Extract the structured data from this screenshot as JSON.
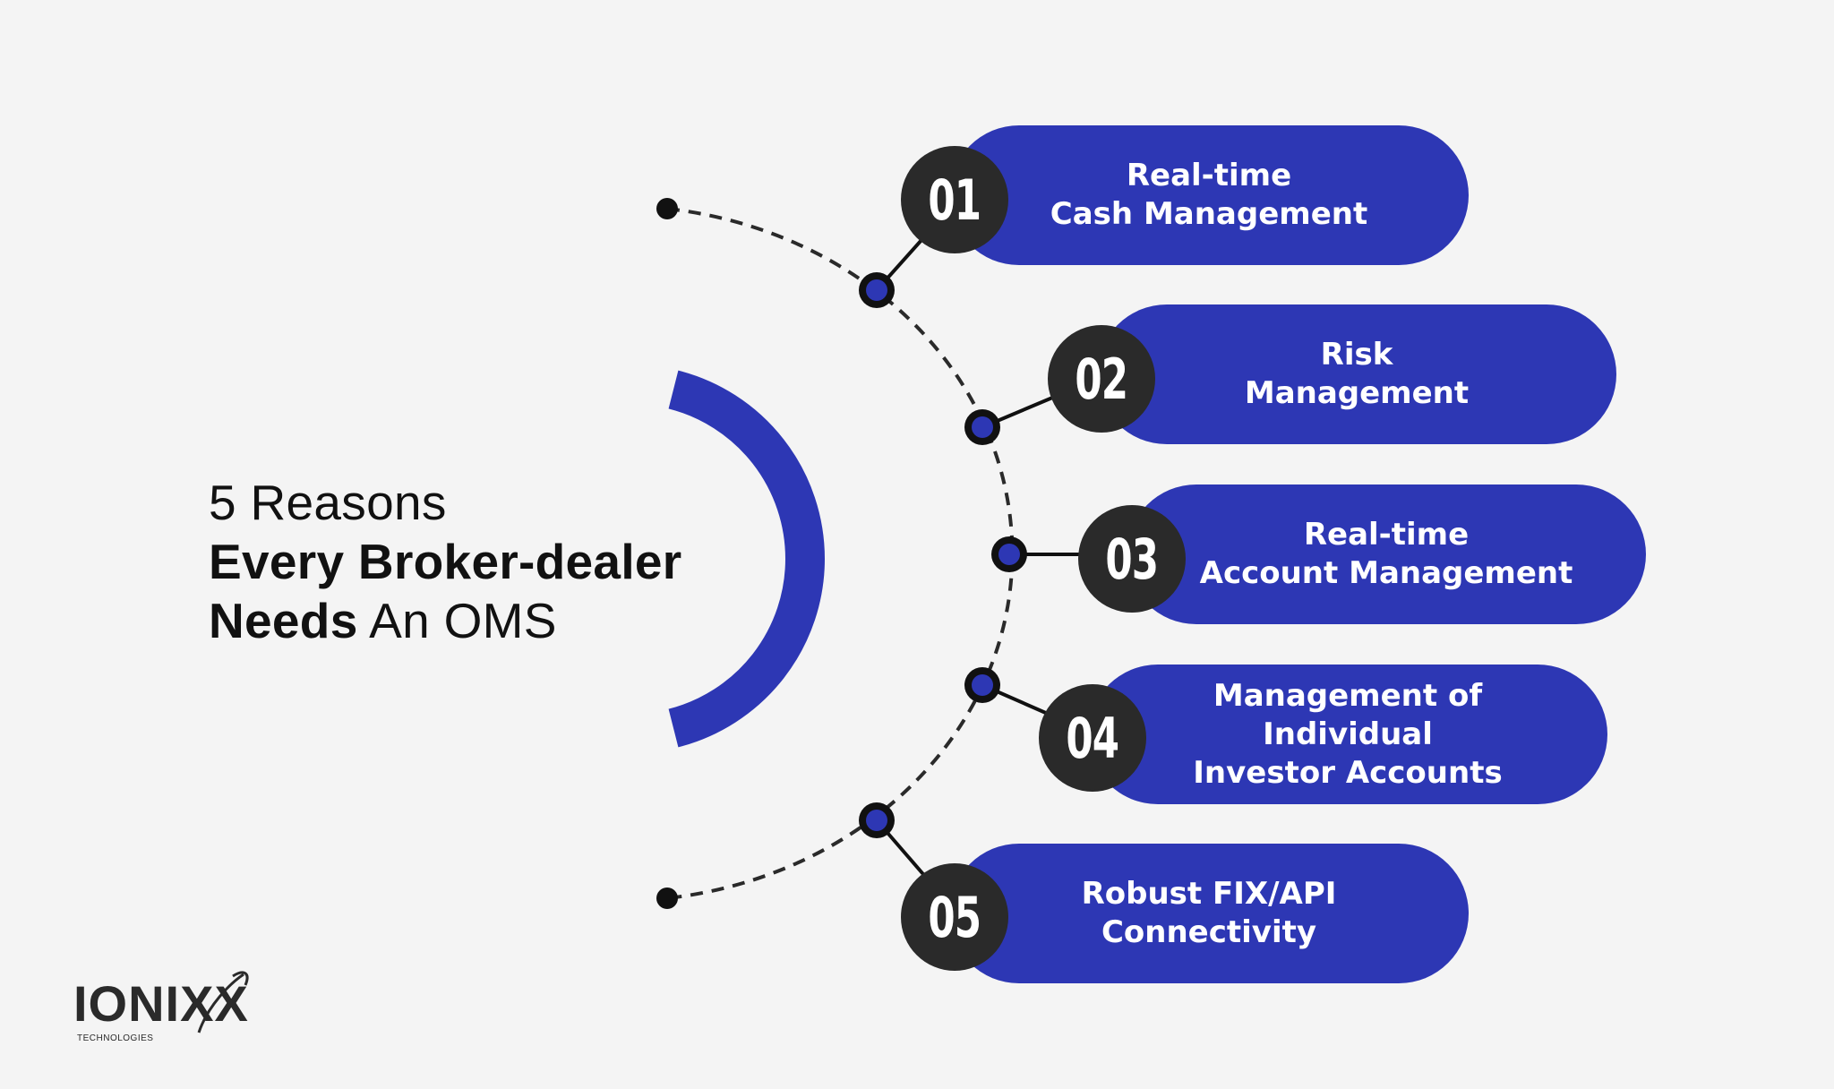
{
  "headline": {
    "line1": "5 Reasons",
    "line2_bold": "Every Broker-dealer",
    "line3_bold": "Needs",
    "line3_light": " An OMS"
  },
  "items": [
    {
      "number": "01",
      "line1": "Real-time",
      "line2": "Cash Management",
      "line3": ""
    },
    {
      "number": "02",
      "line1": "Risk",
      "line2": "Management",
      "line3": ""
    },
    {
      "number": "03",
      "line1": "Real-time",
      "line2": "Account Management",
      "line3": ""
    },
    {
      "number": "04",
      "line1": "Management of",
      "line2": "Individual",
      "line3": "Investor Accounts"
    },
    {
      "number": "05",
      "line1": "Robust FIX/API",
      "line2": "Connectivity",
      "line3": ""
    }
  ],
  "logo": {
    "word": "IONIXX",
    "sub": "TECHNOLOGIES"
  },
  "colors": {
    "accent": "#2d37b4",
    "dark": "#2a2a2a",
    "background": "#f4f4f4"
  }
}
